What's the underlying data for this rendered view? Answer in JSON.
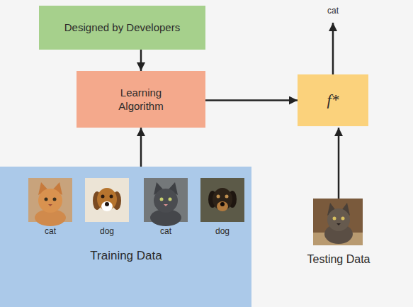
{
  "diagram": {
    "nodes": [
      {
        "text": [
          "Designed by Developers"
        ]
      },
      {
        "text": [
          "Learning Algorithm"
        ]
      },
      {
        "text": [
          "cat",
          "dog",
          "cat",
          "dog",
          "Training Data"
        ]
      },
      {
        "text": [
          "f*"
        ]
      }
    ],
    "edges": [
      {
        "from": 0,
        "to": 1,
        "arrow": "to"
      },
      {
        "from": 2,
        "to": 1,
        "arrow": "to"
      },
      {
        "from": 1,
        "to": 3,
        "arrow": "to"
      }
    ],
    "labels": [
      "cat",
      "Testing Data"
    ]
  }
}
